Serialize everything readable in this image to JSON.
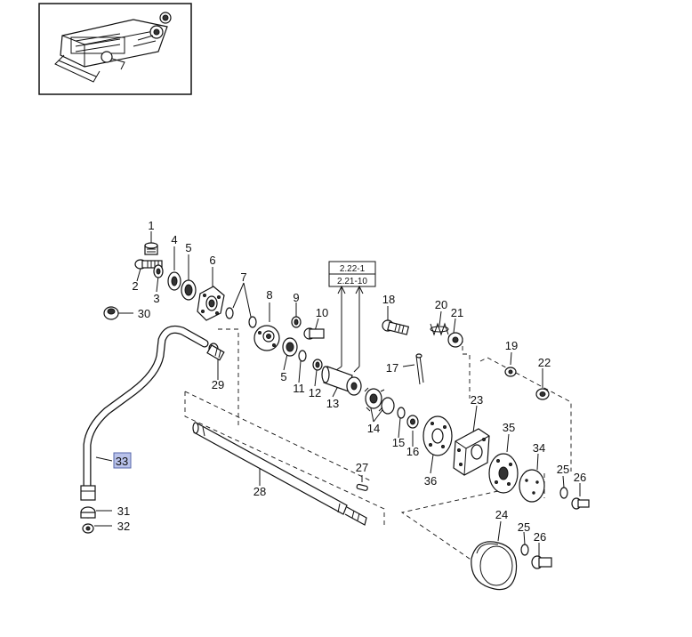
{
  "diagram": {
    "callouts": [
      "1",
      "2",
      "3",
      "4",
      "5",
      "6",
      "7",
      "8",
      "9",
      "10",
      "30",
      "29",
      "5",
      "11",
      "12",
      "13",
      "18",
      "20",
      "21",
      "17",
      "19",
      "22",
      "23",
      "14",
      "15",
      "16",
      "36",
      "35",
      "34",
      "25",
      "26",
      "27",
      "28",
      "33",
      "31",
      "32",
      "24",
      "25",
      "26"
    ],
    "highlighted_callout": "33",
    "reference_boxes": [
      "2.22-1",
      "2.21-10"
    ]
  }
}
